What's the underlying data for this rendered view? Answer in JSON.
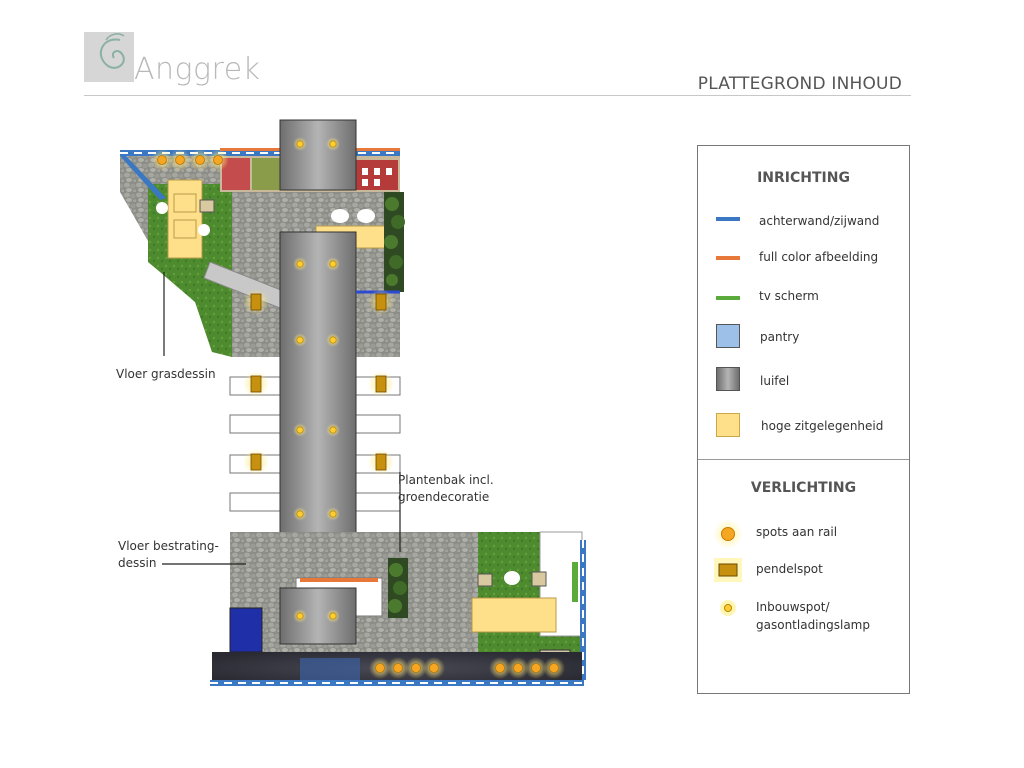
{
  "brand": {
    "name": "Anggrek"
  },
  "page": {
    "title": "PLATTEGROND INHOUD"
  },
  "legend": {
    "inrichting": {
      "heading": "INRICHTING",
      "items": [
        {
          "label": "achterwand/zijwand",
          "color": "#3b78c3"
        },
        {
          "label": "full color afbeelding",
          "color": "#e8783a"
        },
        {
          "label": "tv scherm",
          "color": "#5aaa3c"
        },
        {
          "label": "pantry",
          "color": "#9dc0e8"
        },
        {
          "label": "luifel",
          "color": "#8a8a8a"
        },
        {
          "label": "hoge zitgelegenheid",
          "color": "#ffe08a"
        }
      ]
    },
    "verlichting": {
      "heading": "VERLICHTING",
      "items": [
        {
          "label": "spots aan rail",
          "icon": "spot-rail-icon",
          "color": "#f5a623"
        },
        {
          "label": "pendelspot",
          "icon": "pendant-spot-icon",
          "color": "#c8900f"
        },
        {
          "label": "Inbouwspot/",
          "label2": "gasontladingslamp",
          "icon": "recessed-spot-icon",
          "color": "#ffcc33"
        }
      ]
    }
  },
  "annotations": {
    "grass": "Vloer grasdessin",
    "planter_line1": "Plantenbak incl.",
    "planter_line2": "groendecoratie",
    "paving_line1": "Vloer bestrating-",
    "paving_line2": "dessin"
  }
}
